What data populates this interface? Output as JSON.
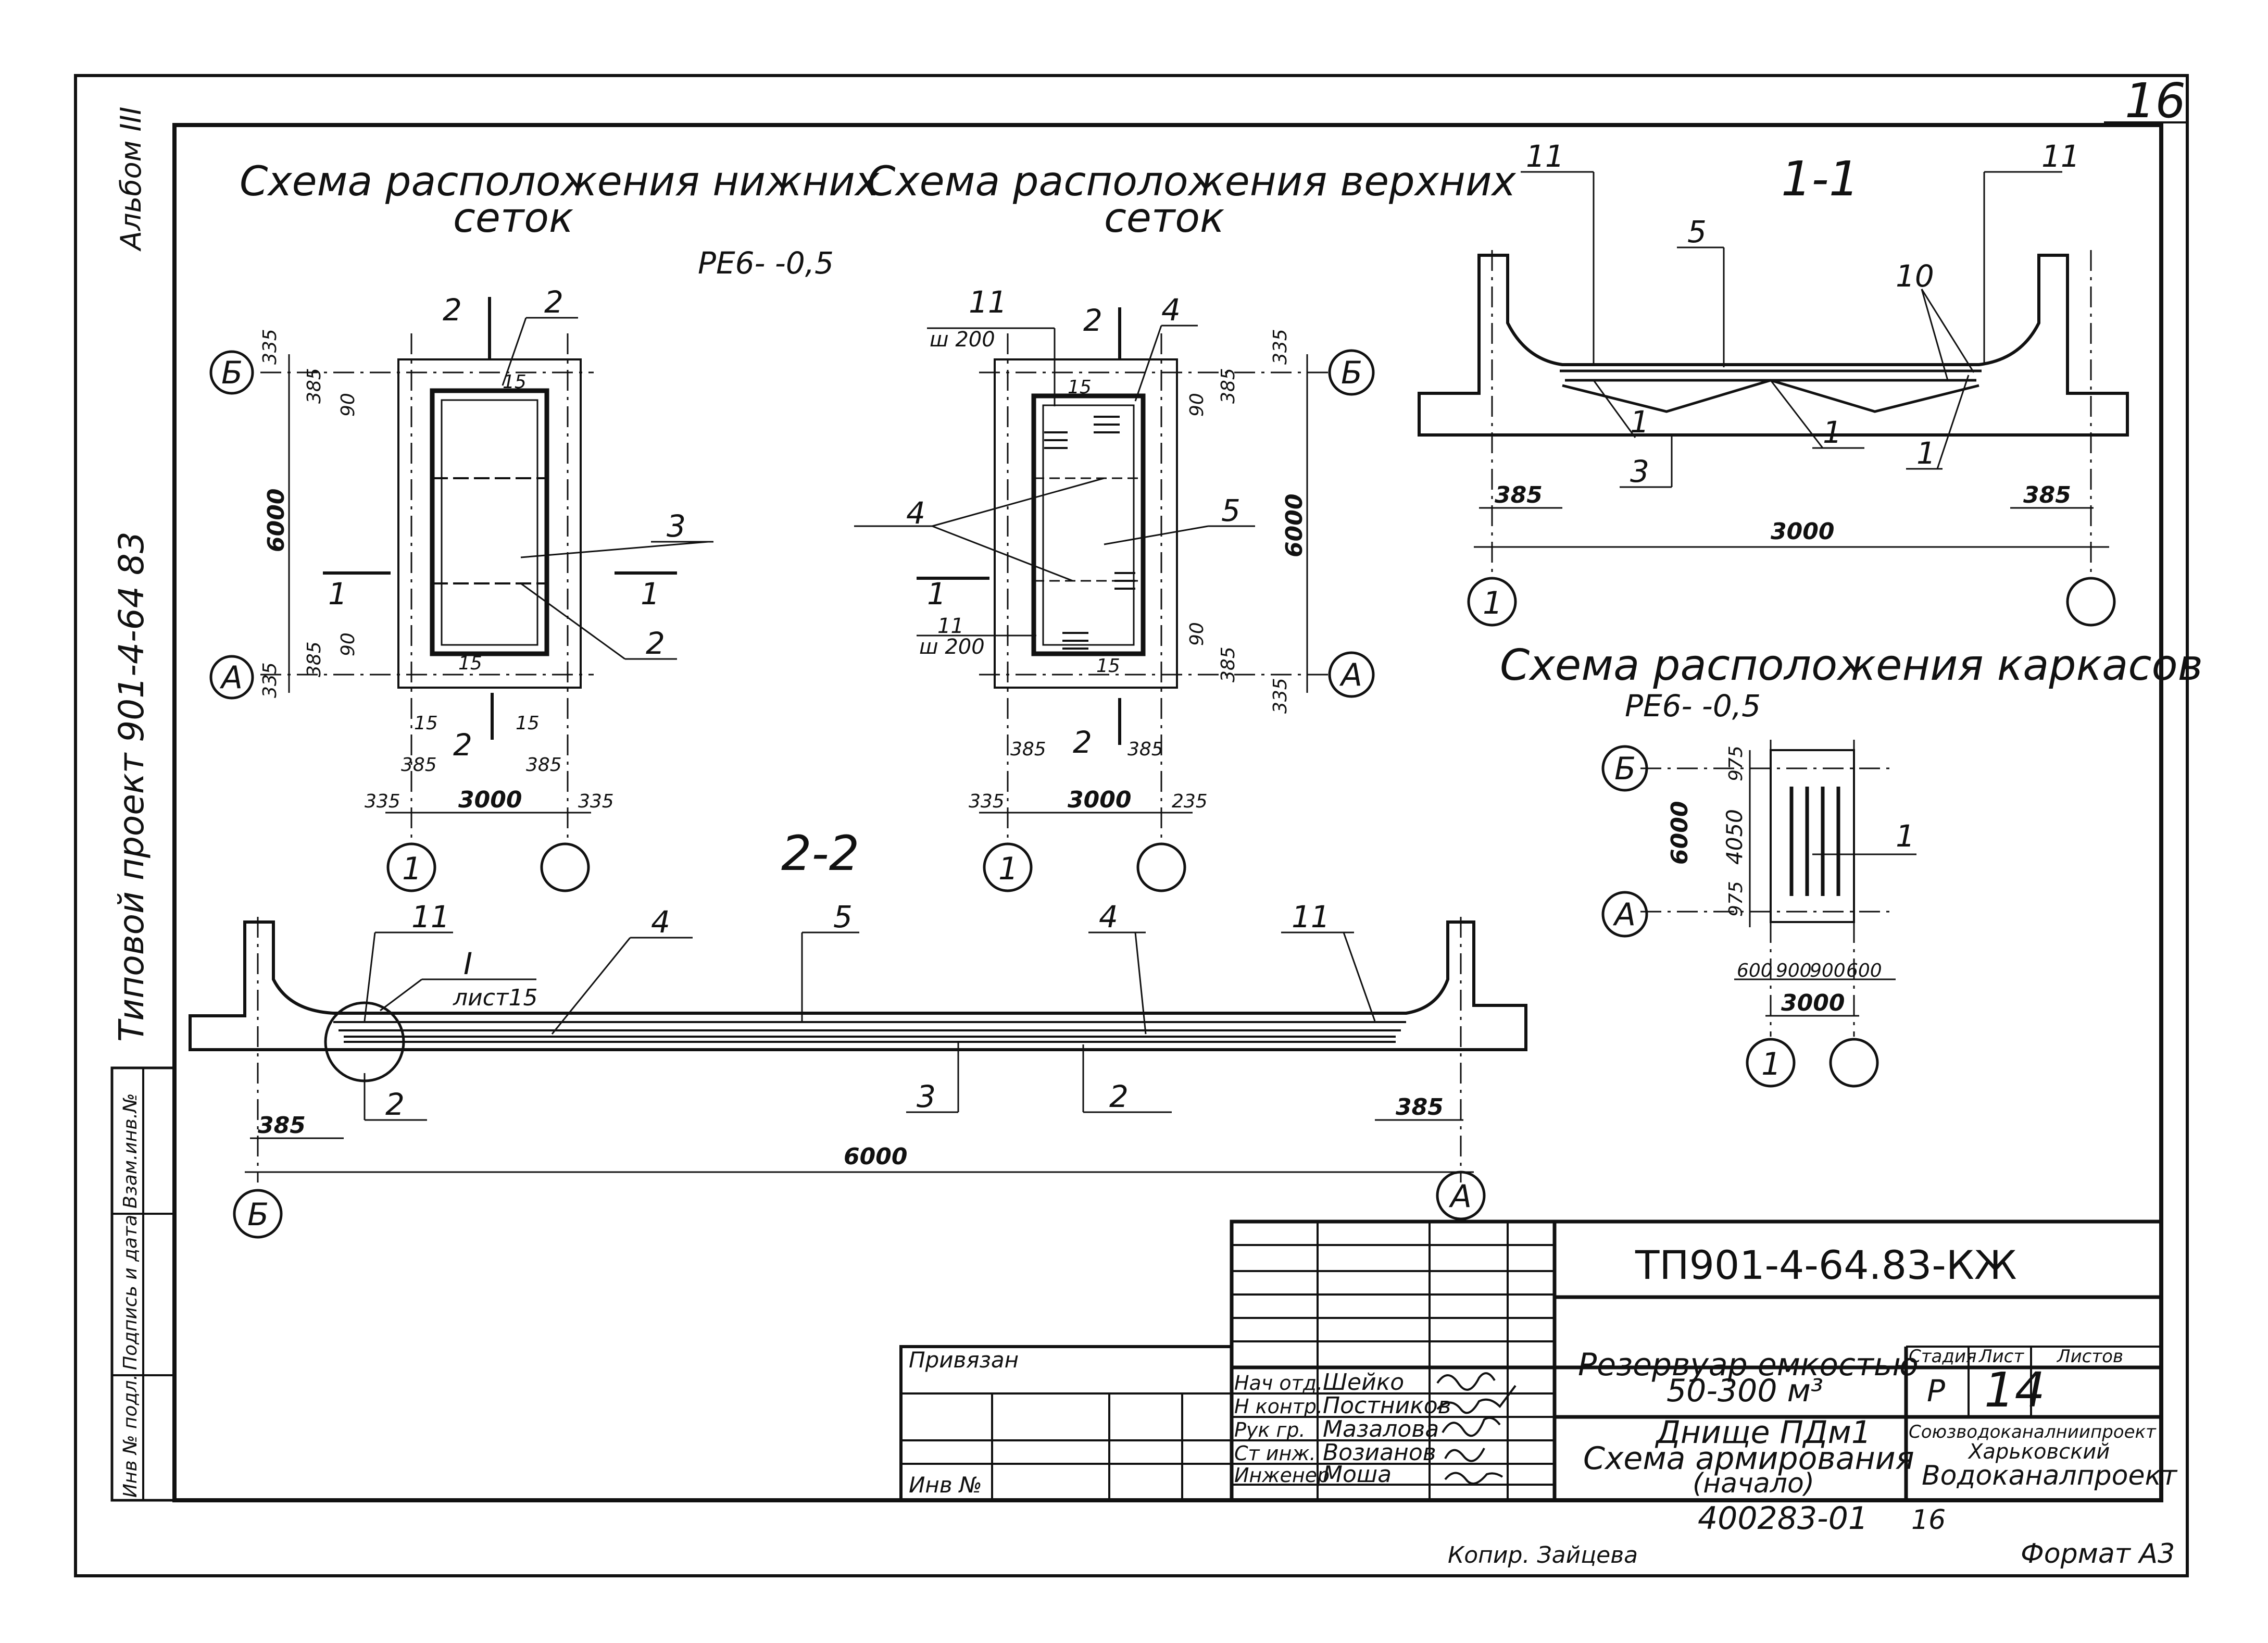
{
  "sheet": {
    "page_number": "16",
    "album": "Альбом III",
    "project_vertical": "Типовой проект 901-4-64 83"
  },
  "side_stamp": {
    "inv_podl": "Инв № подл.",
    "podpis": "Подпись и дата",
    "vzam": "Взам.инв.№"
  },
  "plan_bottom": {
    "title1": "Схема расположения нижних",
    "title2": "сеток",
    "mark": "РЕ6-   -0,5",
    "axis_b": "Б",
    "axis_a": "А",
    "axis_1": "1",
    "dims": {
      "d6000": "6000",
      "d3000": "3000",
      "d335": "335",
      "d385": "385",
      "d90": "90",
      "d15": "15"
    },
    "labels": {
      "l2": "2",
      "l3": "3",
      "l1": "1"
    }
  },
  "plan_top": {
    "title1": "Схема расположения верхних",
    "title2": "сеток",
    "step": "ш 200",
    "dims": {
      "d6000": "6000",
      "d3000": "3000",
      "d335": "335",
      "d235": "235",
      "d385": "385",
      "d90": "90",
      "d15": "15"
    },
    "labels": {
      "l11": "11",
      "l2": "2",
      "l4": "4",
      "l5": "5",
      "l1": "1"
    }
  },
  "section_11": {
    "title": "1-1",
    "labels": {
      "l11": "11",
      "l5": "5",
      "l10": "10",
      "l1": "1",
      "l3": "3"
    },
    "dims": {
      "d385": "385",
      "d3000": "3000"
    }
  },
  "frames": {
    "title": "Схема расположения каркасов",
    "mark": "РЕ6-        -0,5",
    "dims": {
      "d6000": "6000",
      "d4050": "4050",
      "d975": "975",
      "d600": "600",
      "d900": "900",
      "d3000": "3000"
    },
    "label": "1"
  },
  "section_22": {
    "title": "2-2",
    "node": "I",
    "node_sheet": "лист15",
    "labels": {
      "l11": "11",
      "l4": "4",
      "l5": "5",
      "l2": "2",
      "l3": "3"
    },
    "dims": {
      "d385": "385",
      "d6000": "6000"
    }
  },
  "title_block": {
    "code": "ТП901-4-64.83-КЖ",
    "privyazan": "Привязан",
    "inv": "Инв №",
    "staff": [
      {
        "role": "Нач отд.",
        "name": "Шейко"
      },
      {
        "role": "Н контр.",
        "name": "Постников"
      },
      {
        "role": "Рук гр.",
        "name": "Мазалова"
      },
      {
        "role": "Ст инж.",
        "name": "Возианов"
      },
      {
        "role": "Инженер",
        "name": "Моша"
      }
    ],
    "object1": "Резервуар емкостью",
    "object2": "50-300 м³",
    "sheet_name1": "Днище ПДм1",
    "sheet_name2": "Схема армирования",
    "sheet_name3": "(начало)",
    "stage_h": "Стадия",
    "list_h": "Лист",
    "lists_h": "Листов",
    "stage": "Р",
    "list": "14",
    "org1": "Союзводоканалниипроект",
    "org2": "Харьковский",
    "org3": "Водоканалпроект",
    "doc_no": "400283-01",
    "doc_page": "16",
    "kopir": "Копир. Зайцева",
    "format": "Формат А3"
  }
}
